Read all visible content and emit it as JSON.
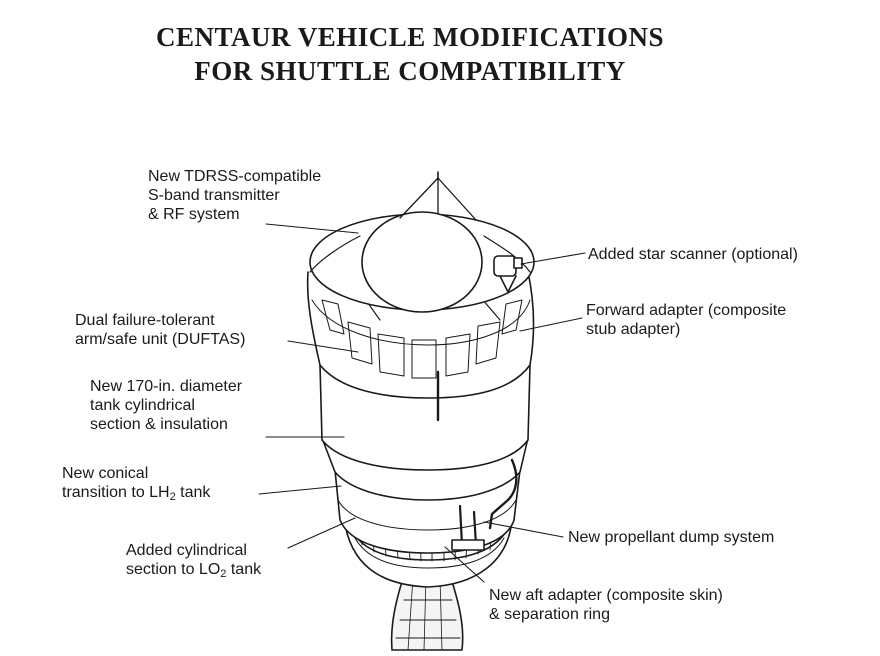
{
  "title": {
    "line1": "CENTAUR VEHICLE MODIFICATIONS",
    "line2": "FOR SHUTTLE COMPATIBILITY"
  },
  "labels": {
    "tdrss": [
      "New TDRSS-compatible",
      "S-band transmitter",
      "& RF system"
    ],
    "duftas": [
      "Dual failure-tolerant",
      "arm/safe unit (DUFTAS)"
    ],
    "tank_section": [
      "New 170-in. diameter",
      "tank cylindrical",
      "section & insulation"
    ],
    "conical": {
      "line1": "New conical",
      "line2_prefix": "transition to LH",
      "line2_sub": "2",
      "line2_suffix": " tank"
    },
    "added_cyl": {
      "line1": "Added cylindrical",
      "line2_prefix": "section to LO",
      "line2_sub": "2",
      "line2_suffix": " tank"
    },
    "star_scanner": "Added star scanner (optional)",
    "forward_adapter": [
      "Forward adapter (composite",
      "stub adapter)"
    ],
    "dump_system": "New propellant dump system",
    "aft_adapter": [
      "New aft adapter (composite skin)",
      "& separation ring"
    ]
  },
  "colors": {
    "ink": "#1a1a1a",
    "background": "#ffffff"
  }
}
